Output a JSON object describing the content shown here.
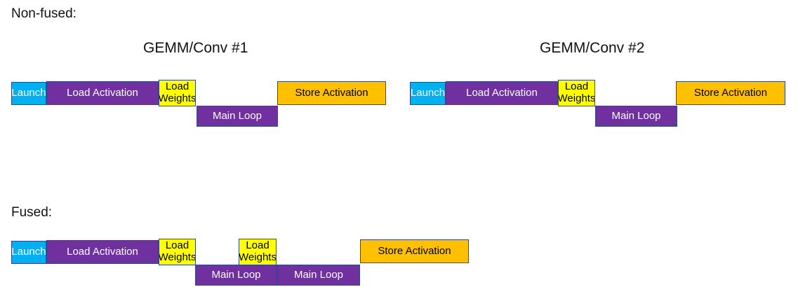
{
  "diagram": {
    "colors": {
      "launch": "#00B0F0",
      "load_activation": "#7030A0",
      "load_weights": "#FFFF00",
      "main_loop": "#7030A0",
      "store_activation": "#FFC000",
      "block_border": "#2E4A89",
      "text_on_dark": "#FFFFFF",
      "text_on_light": "#000000",
      "background": "#FFFFFF"
    },
    "non_fused": {
      "section_label": "Non-fused:",
      "groups": [
        {
          "title": "GEMM/Conv #1",
          "blocks": [
            {
              "label": "Launch"
            },
            {
              "label": "Load Activation"
            },
            {
              "label": "Load Weights"
            },
            {
              "label": "Main Loop"
            },
            {
              "label": "Store Activation"
            }
          ]
        },
        {
          "title": "GEMM/Conv #2",
          "blocks": [
            {
              "label": "Launch"
            },
            {
              "label": "Load Activation"
            },
            {
              "label": "Load Weights"
            },
            {
              "label": "Main Loop"
            },
            {
              "label": "Store Activation"
            }
          ]
        }
      ]
    },
    "fused": {
      "section_label": "Fused:",
      "blocks": [
        {
          "label": "Launch"
        },
        {
          "label": "Load Activation"
        },
        {
          "label": "Load Weights"
        },
        {
          "label": "Main Loop"
        },
        {
          "label": "Load Weights"
        },
        {
          "label": "Main Loop"
        },
        {
          "label": "Store Activation"
        }
      ]
    }
  }
}
